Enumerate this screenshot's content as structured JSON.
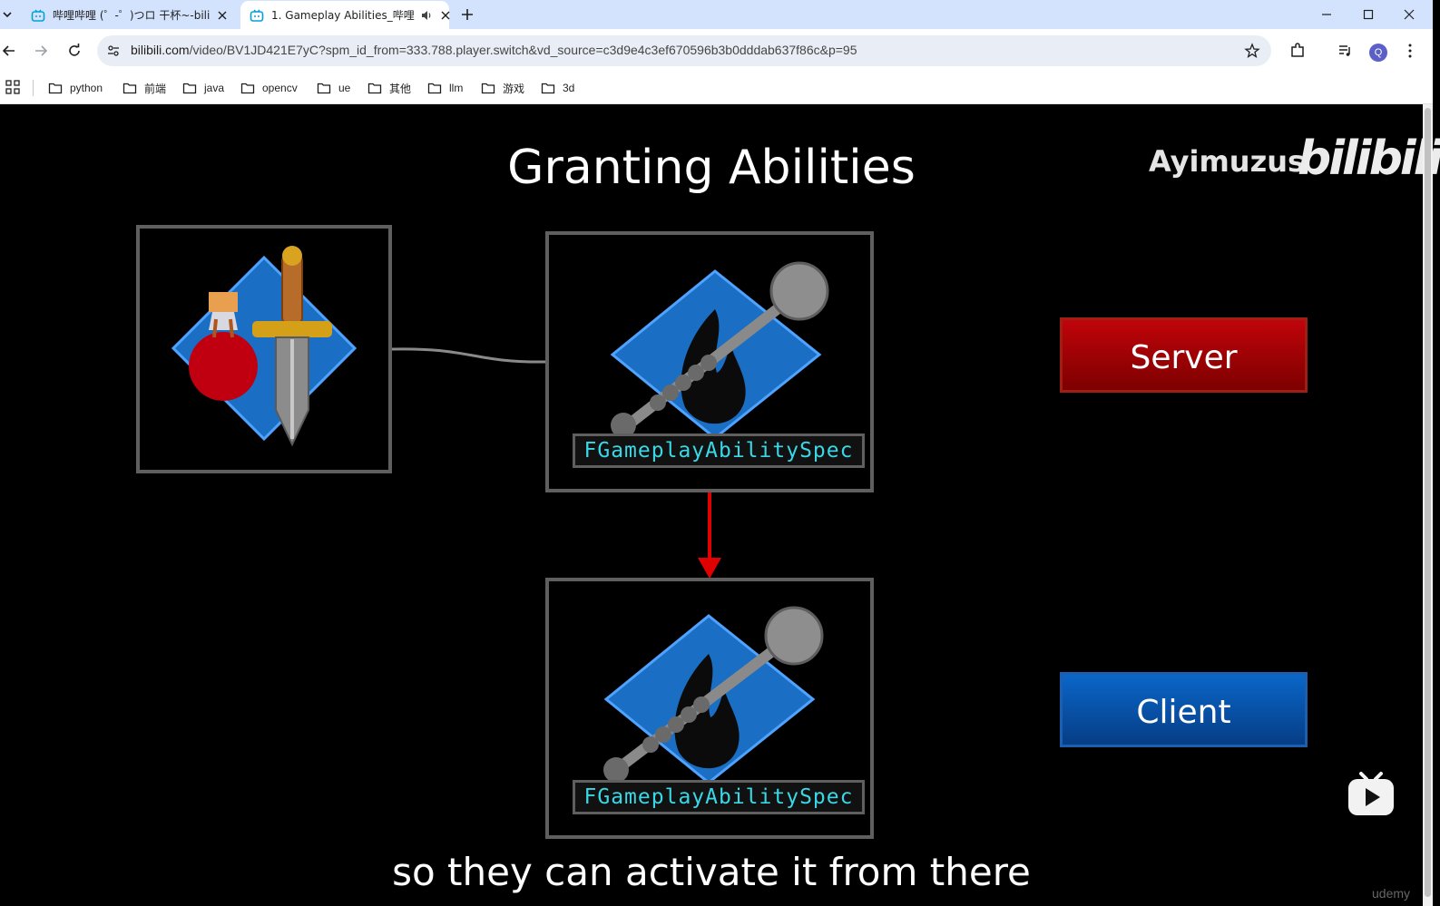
{
  "tabs": [
    {
      "title": "哔哩哔哩 (゜-゜)つロ 干杯~-bili",
      "active": false
    },
    {
      "title": "1. Gameplay Abilities_哔哩",
      "active": true
    }
  ],
  "address_bar": {
    "url_domain": "bilibili.com",
    "url_rest": "/video/BV1JD421E7yC?spm_id_from=333.788.player.switch&vd_source=c3d9e4c3ef670596b3b0dddab637f86c&p=95"
  },
  "profile": {
    "initial": "Q"
  },
  "bookmarks": [
    "python",
    "前端",
    "java",
    "opencv",
    "ue",
    "其他",
    "llm",
    "游戏",
    "3d"
  ],
  "video": {
    "slide_title": "Granting Abilities",
    "watermark_author": "Ayimuzus",
    "watermark_logo": "bilibili",
    "spec_label_top": "FGameplayAbilitySpec",
    "spec_label_bottom": "FGameplayAbilitySpec",
    "server_label": "Server",
    "client_label": "Client",
    "subtitle": "so they can activate it from there",
    "corner_watermark": "udemy"
  },
  "colors": {
    "tabstrip_bg": "#d3e3fd",
    "server_red": "#b3000a",
    "client_blue": "#0a5bb5",
    "spec_text": "#38d8e6",
    "arrow_red": "#e00000"
  }
}
